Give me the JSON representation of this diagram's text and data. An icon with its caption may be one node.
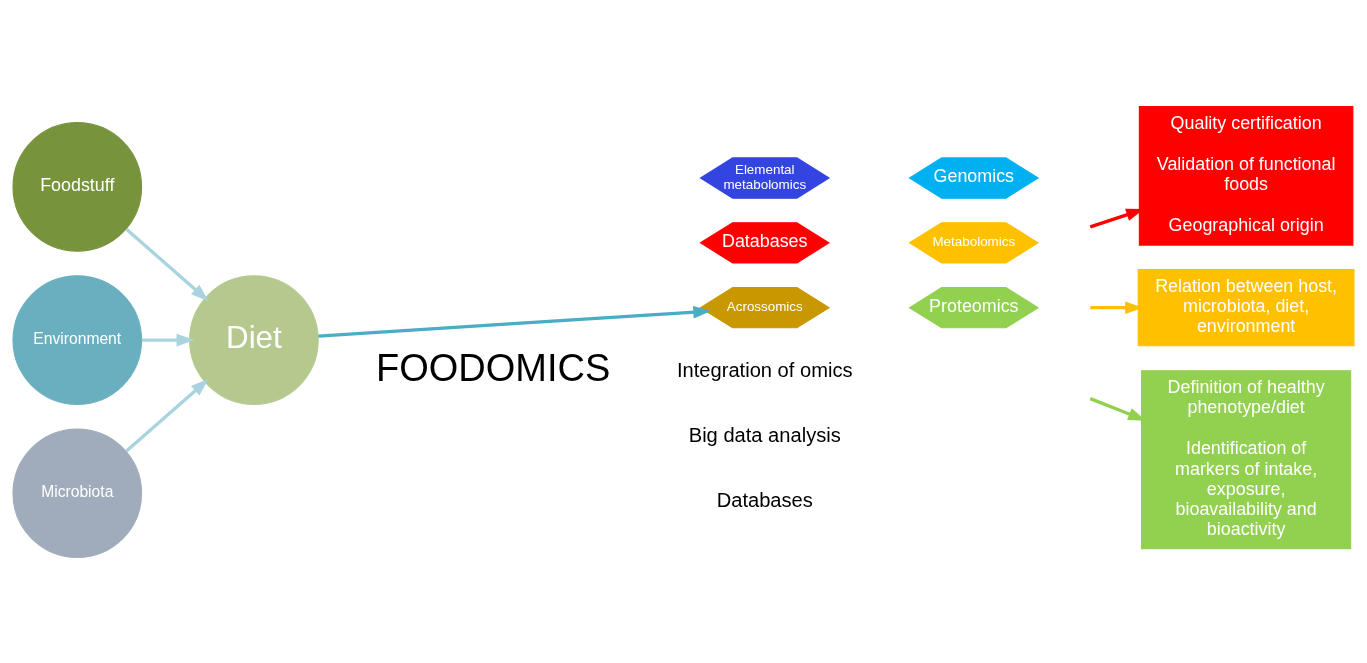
{
  "diagram": {
    "nodes": [
      {
        "text": [
          "Foodstuff"
        ]
      },
      {
        "text": [
          "Environment"
        ]
      },
      {
        "text": [
          "Diet"
        ]
      },
      {
        "text": [
          "Microbiota"
        ]
      },
      {
        "text": [
          "Databases"
        ]
      },
      {
        "text": [
          "Metabolomics"
        ]
      },
      {
        "text": [
          "Acrossomics"
        ]
      },
      {
        "text": [
          "Proteomics"
        ]
      },
      {
        "text": [
          "Elemental metabolomics"
        ]
      },
      {
        "text": [
          "Genomics"
        ]
      },
      {
        "text": [
          "Quality certification",
          "Validation of functional foods",
          "Geographical origin"
        ]
      },
      {
        "text": [
          "Relation between host, microbiota, diet, environment"
        ]
      },
      {
        "text": [
          "Definition of healthy phenotype/diet",
          "Identification of markers of intake, exposure, bioavailability and bioactivity"
        ]
      }
    ],
    "edges": [
      {
        "from": 0,
        "to": 2,
        "arrow": "to",
        "color": "#a9d3df"
      },
      {
        "from": 1,
        "to": 2,
        "arrow": "to",
        "color": "#a9d3df"
      },
      {
        "from": 3,
        "to": 2,
        "arrow": "to",
        "color": "#a9d3df"
      },
      {
        "from": 2,
        "to": 6,
        "arrow": "to",
        "color": "#4bacc6"
      },
      {
        "from": null,
        "to": 10,
        "arrow": "to",
        "color": "#ff0000"
      },
      {
        "from": null,
        "to": 11,
        "arrow": "to",
        "color": "#ffc000"
      },
      {
        "from": null,
        "to": 12,
        "arrow": "to",
        "color": "#92d050"
      }
    ],
    "labels": [
      "Integration of omics",
      "Big data analysis",
      "Databases",
      "FOODOMICS"
    ]
  }
}
